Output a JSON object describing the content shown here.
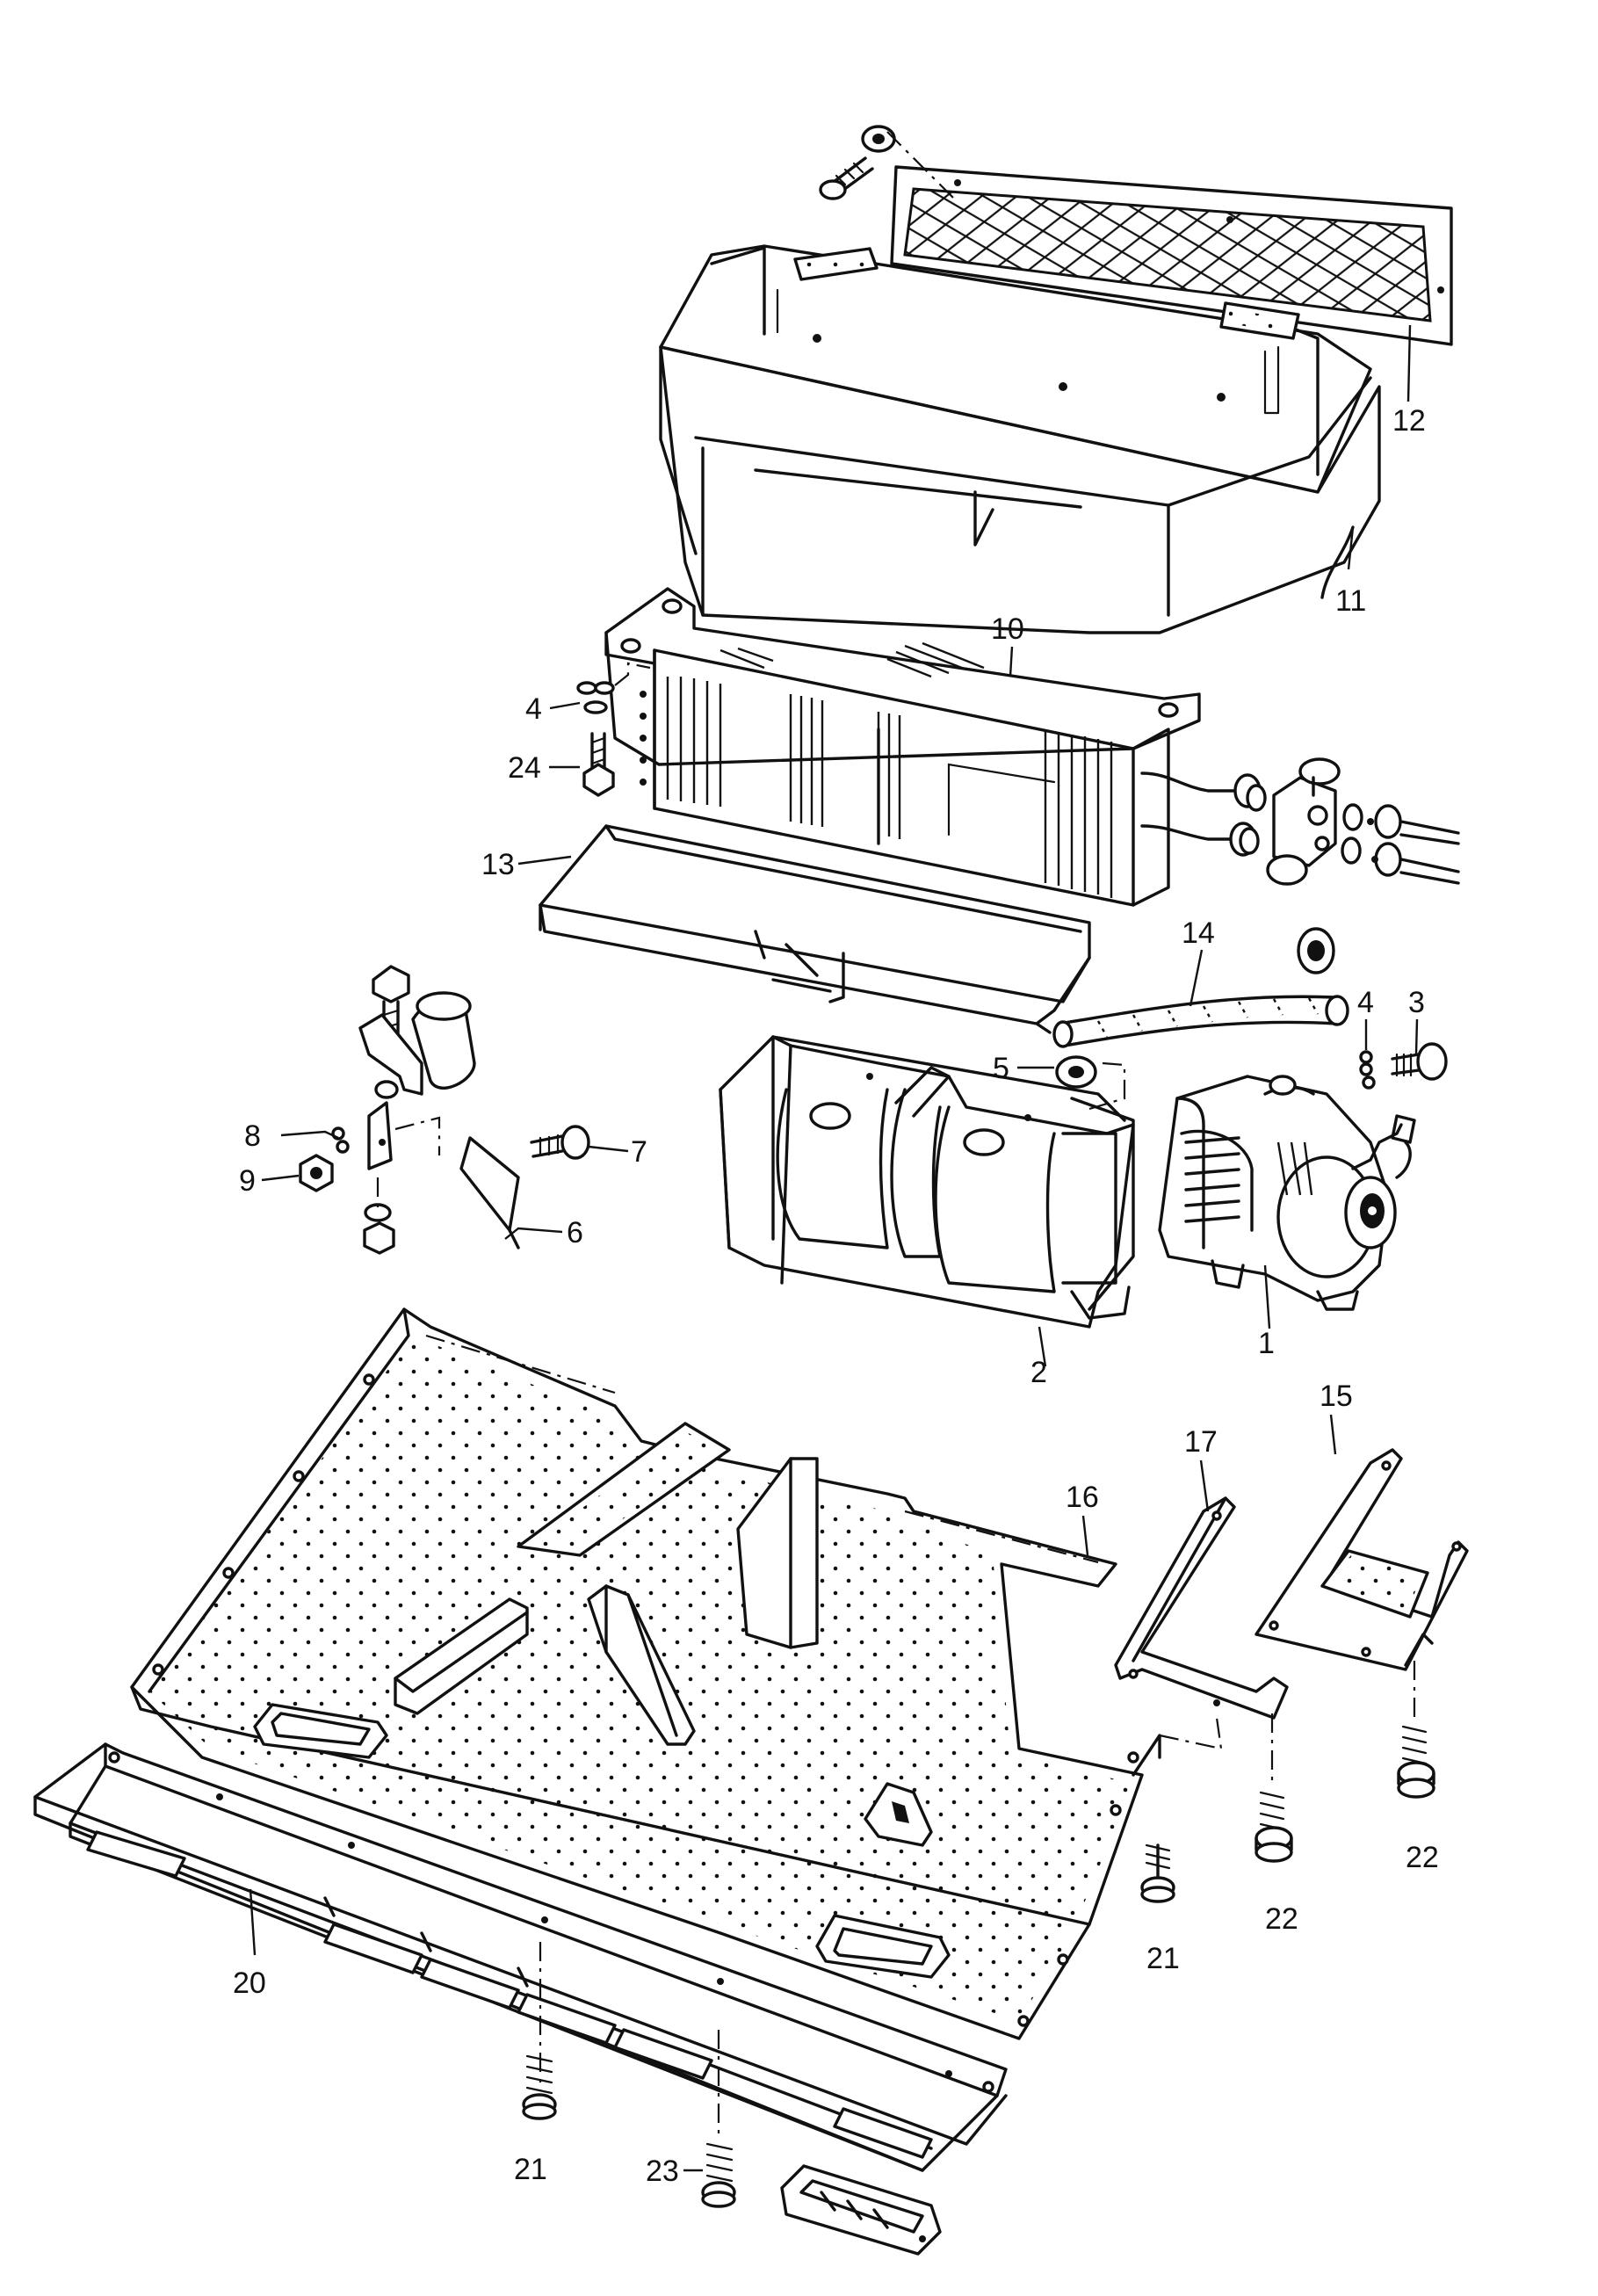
{
  "labels": {
    "l1": "1",
    "l2": "2",
    "l3": "3",
    "l4a": "4",
    "l4b": "4",
    "l5": "5",
    "l6": "6",
    "l7": "7",
    "l8": "8",
    "l9": "9",
    "l10": "10",
    "l11": "11",
    "l12": "12",
    "l13": "13",
    "l14": "14",
    "l15": "15",
    "l16": "16",
    "l17": "17",
    "l20": "20",
    "l21a": "21",
    "l21b": "21",
    "l22a": "22",
    "l22b": "22",
    "l23": "23",
    "l24": "24"
  }
}
